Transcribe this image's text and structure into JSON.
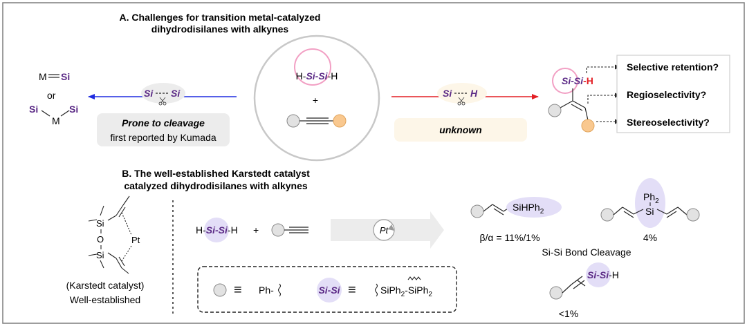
{
  "colors": {
    "si_purple": "#5b2a86",
    "forward_arrow_red": "#e31e24",
    "back_arrow_blue": "#1f2be0",
    "pink_ring": "#f2a0c4",
    "lavender_fill": "#e3def7",
    "orange_ball": "#f9c88f",
    "grey_ball": "#e2e2e2",
    "cream_box": "#fdf6e8",
    "grey_box": "#ececec"
  },
  "section_a": {
    "title_line1": "A. Challenges for transition metal-catalyzed",
    "title_line2": "dihydrodisilanes with alkynes",
    "left_products": {
      "m_text": "M",
      "si_text": "Si",
      "or_text": "or",
      "si_left": "Si",
      "m_mid": "M",
      "si_right": "Si"
    },
    "cleavage_bond": {
      "si1": "Si",
      "si2": "Si"
    },
    "prone_box": {
      "line1": "Prone to cleavage",
      "line2": "first reported by Kumada"
    },
    "center": {
      "h1": "H-",
      "si_si": "Si-Si",
      "h2": "-H",
      "plus": "+"
    },
    "sih_bond": {
      "si": "Si",
      "h": "H"
    },
    "unknown_label": "unknown",
    "product_label": {
      "si_si": "Si-Si",
      "h": "-H"
    },
    "challenges": [
      "Selective retention?",
      "Regioselectivity?",
      "Stereoselectivity?"
    ]
  },
  "section_b": {
    "title_line1": "B. The well-established Karstedt catalyst",
    "title_line2": "catalyzed dihydrodisilanes with alkynes",
    "karstedt": {
      "si_top": "Si",
      "o": "O",
      "si_bottom": "Si",
      "pt": "Pt",
      "caption_line1": "(Karstedt catalyst)",
      "caption_line2": "Well-established"
    },
    "reaction": {
      "h1": "H-",
      "si_si": "Si-Si",
      "h2": "-H",
      "plus": "+",
      "catalyst": "Pt"
    },
    "legend": {
      "equiv": "≡",
      "ph": "Ph-",
      "si_si": "Si-Si",
      "equiv2": "≡",
      "siph2_left": "SiPh",
      "sub2a": "2",
      "dash": "-",
      "siph2_right": "SiPh",
      "sub2b": "2"
    },
    "products": {
      "p1_label": "SiHPh",
      "p1_sub": "2",
      "p1_ratio": "β/α = 11%/1%",
      "p2_ph2": "Ph",
      "p2_sub": "2",
      "p2_si": "Si",
      "p2_yield": "4%",
      "cleavage_caption": "Si-Si Bond Cleavage",
      "p3_si_si": "Si-Si",
      "p3_h": "-H",
      "p3_yield": "<1%"
    }
  }
}
